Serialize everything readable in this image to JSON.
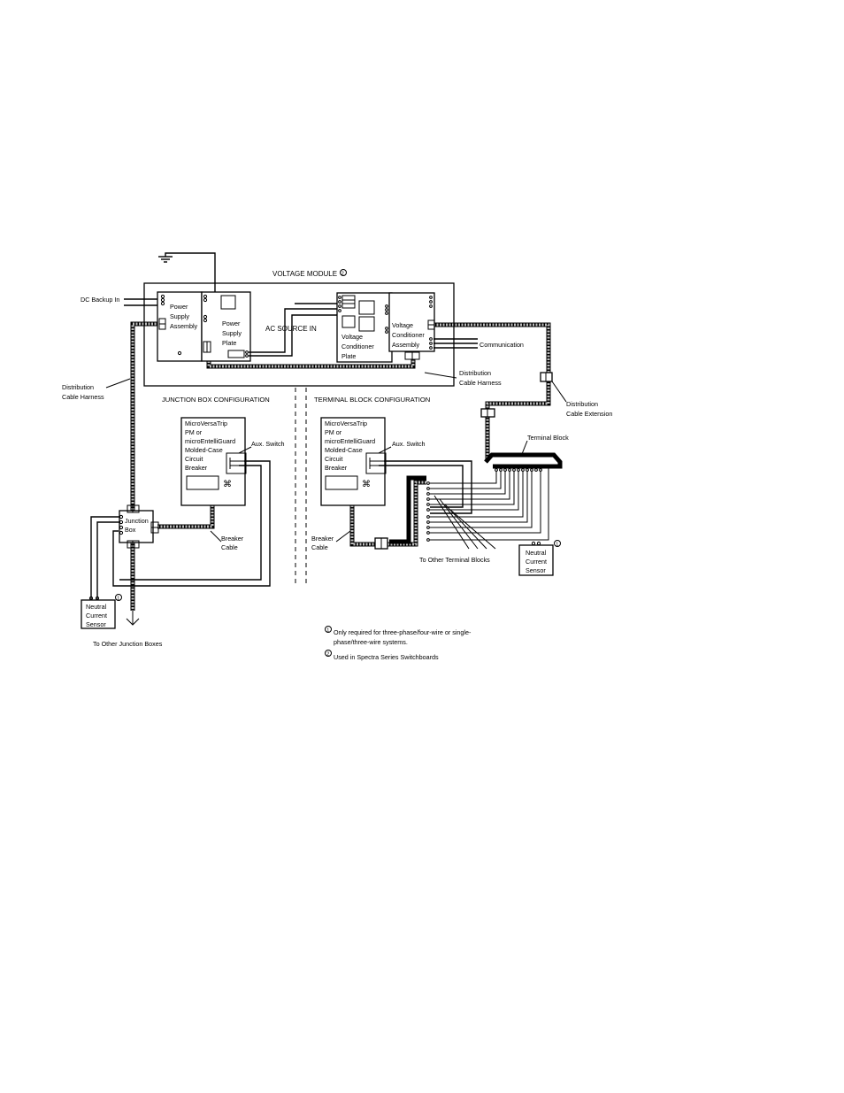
{
  "voltage_module": {
    "title": "VOLTAGE MODULE",
    "note_marker": "2"
  },
  "labels": {
    "dc_backup": "DC Backup In",
    "power_supply_assembly": [
      "Power",
      "Supply",
      "Assembly"
    ],
    "power_supply_plate": [
      "Power",
      "Supply",
      "Plate"
    ],
    "ac_source": "AC SOURCE IN",
    "voltage_conditioner_plate": [
      "Voltage",
      "Conditioner",
      "Plate"
    ],
    "voltage_conditioner_assembly": [
      "Voltage",
      "Conditioner",
      "Assembly"
    ],
    "communication": "Communication",
    "distribution_cable_harness_left": [
      "Distribution",
      "Cable Harness"
    ],
    "distribution_cable_harness_right": [
      "Distribution",
      "Cable Harness"
    ],
    "distribution_cable_extension": [
      "Distribution",
      "Cable Extension"
    ],
    "junction_box_configuration": "JUNCTION BOX CONFIGURATION",
    "terminal_block_configuration": "TERMINAL BLOCK CONFIGURATION",
    "breaker_left": [
      "MicroVersaTrip",
      "PM or",
      "microEntelliGuard",
      "Molded-Case",
      "Circuit",
      "Breaker"
    ],
    "breaker_right": [
      "MicroVersaTrip",
      "PM or",
      "microEntelliGuard",
      "Molded-Case",
      "Circuit",
      "Breaker"
    ],
    "aux_switch_left": "Aux. Switch",
    "aux_switch_right": "Aux. Switch",
    "junction_box": [
      "Junction",
      "Box"
    ],
    "breaker_cable_left": [
      "Breaker",
      "Cable"
    ],
    "breaker_cable_right": [
      "Breaker",
      "Cable"
    ],
    "terminal_block": "Terminal Block",
    "neutral_sensor_left": [
      "Neutral",
      "Current",
      "Sensor"
    ],
    "neutral_sensor_right": [
      "Neutral",
      "Current",
      "Sensor"
    ],
    "neutral_marker": "1",
    "to_other_junction_boxes": "To Other Junction Boxes",
    "to_other_terminal_blocks": "To Other Terminal Blocks"
  },
  "notes": [
    {
      "marker": "1",
      "lines": [
        "Only required for three-phase/four-wire or single-",
        "phase/three-wire systems."
      ]
    },
    {
      "marker": "2",
      "lines": [
        "Used in Spectra Series Switchboards"
      ]
    }
  ]
}
